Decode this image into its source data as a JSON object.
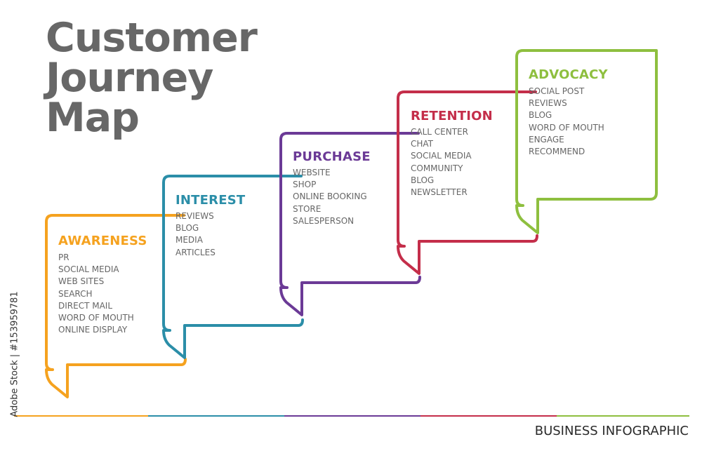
{
  "title": {
    "line1": "Customer",
    "line2": "Journey",
    "line3": "Map"
  },
  "stages": [
    {
      "heading": "AWARENESS",
      "color": "#f5a21f",
      "items": [
        "PR",
        "SOCIAL MEDIA",
        "WEB SITES",
        "SEARCH",
        "DIRECT MAIL",
        "WORD OF MOUTH",
        "ONLINE DISPLAY"
      ]
    },
    {
      "heading": "INTEREST",
      "color": "#2b8ea8",
      "items": [
        "REVIEWS",
        "BLOG",
        "MEDIA",
        "ARTICLES"
      ]
    },
    {
      "heading": "PURCHASE",
      "color": "#6b3a96",
      "items": [
        "WEBSITE",
        "SHOP",
        "ONLINE BOOKING",
        "STORE",
        "SALESPERSON"
      ]
    },
    {
      "heading": "RETENTION",
      "color": "#c42e4a",
      "items": [
        "CALL CENTER",
        "CHAT",
        "SOCIAL MEDIA",
        "COMMUNITY",
        "BLOG",
        "NEWSLETTER"
      ]
    },
    {
      "heading": "ADVOCACY",
      "color": "#8ebf3f",
      "items": [
        "SOCIAL POST",
        "REVIEWS",
        "BLOG",
        "WORD OF MOUTH",
        "ENGAGE",
        "RECOMMEND"
      ]
    }
  ],
  "footer": "BUSINESS INFOGRAPHIC",
  "credit": "Adobe Stock | #153959781"
}
